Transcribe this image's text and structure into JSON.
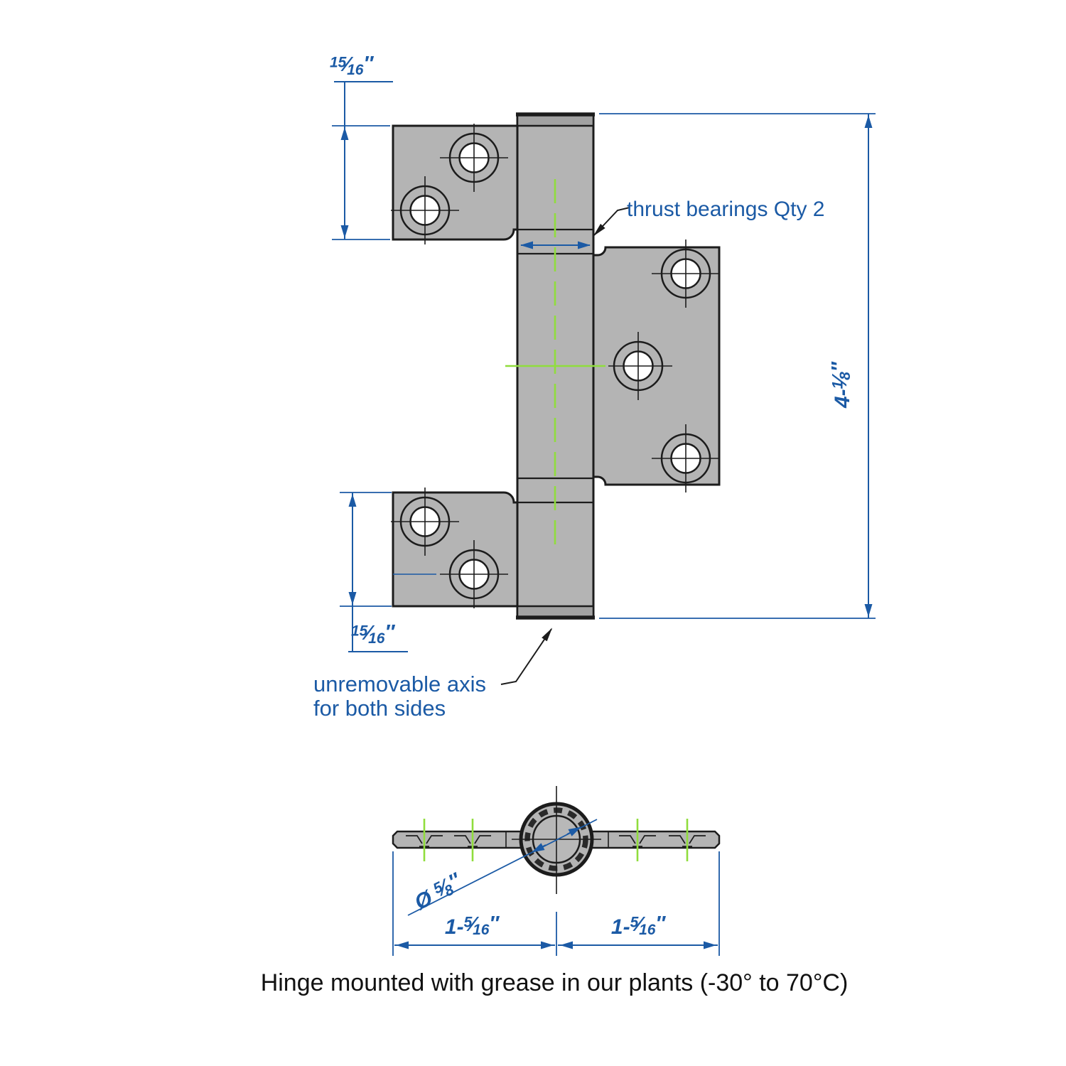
{
  "drawing": {
    "labels": {
      "thrust_bearings": "thrust bearings Qty 2",
      "axis_line1": "unremovable axis",
      "axis_line2": "for both sides"
    },
    "caption": "Hinge mounted with grease in our plants (-30° to 70°C)",
    "dimensions": {
      "top_flap_height": {
        "num": "15",
        "den": "16",
        "unit": "″"
      },
      "bottom_flap_height": {
        "num": "15",
        "den": "16",
        "unit": "″"
      },
      "overall_height": {
        "whole": "4-",
        "num": "1",
        "den": "8",
        "unit": "″"
      },
      "left_leaf_width": {
        "whole": "1-",
        "num": "5",
        "den": "16",
        "unit": "″"
      },
      "right_leaf_width": {
        "whole": "1-",
        "num": "5",
        "den": "16",
        "unit": "″"
      },
      "axis_diameter": {
        "symbol": "Ø",
        "num": "5",
        "den": "8",
        "unit": "″"
      }
    },
    "colors": {
      "dimension_blue": "#1b5aa5",
      "outline_black": "#1c1c1c",
      "plate_gray": "#b4b4b4",
      "cap_gray": "#a2a2a2",
      "centerline_green": "#90dd3d"
    }
  }
}
